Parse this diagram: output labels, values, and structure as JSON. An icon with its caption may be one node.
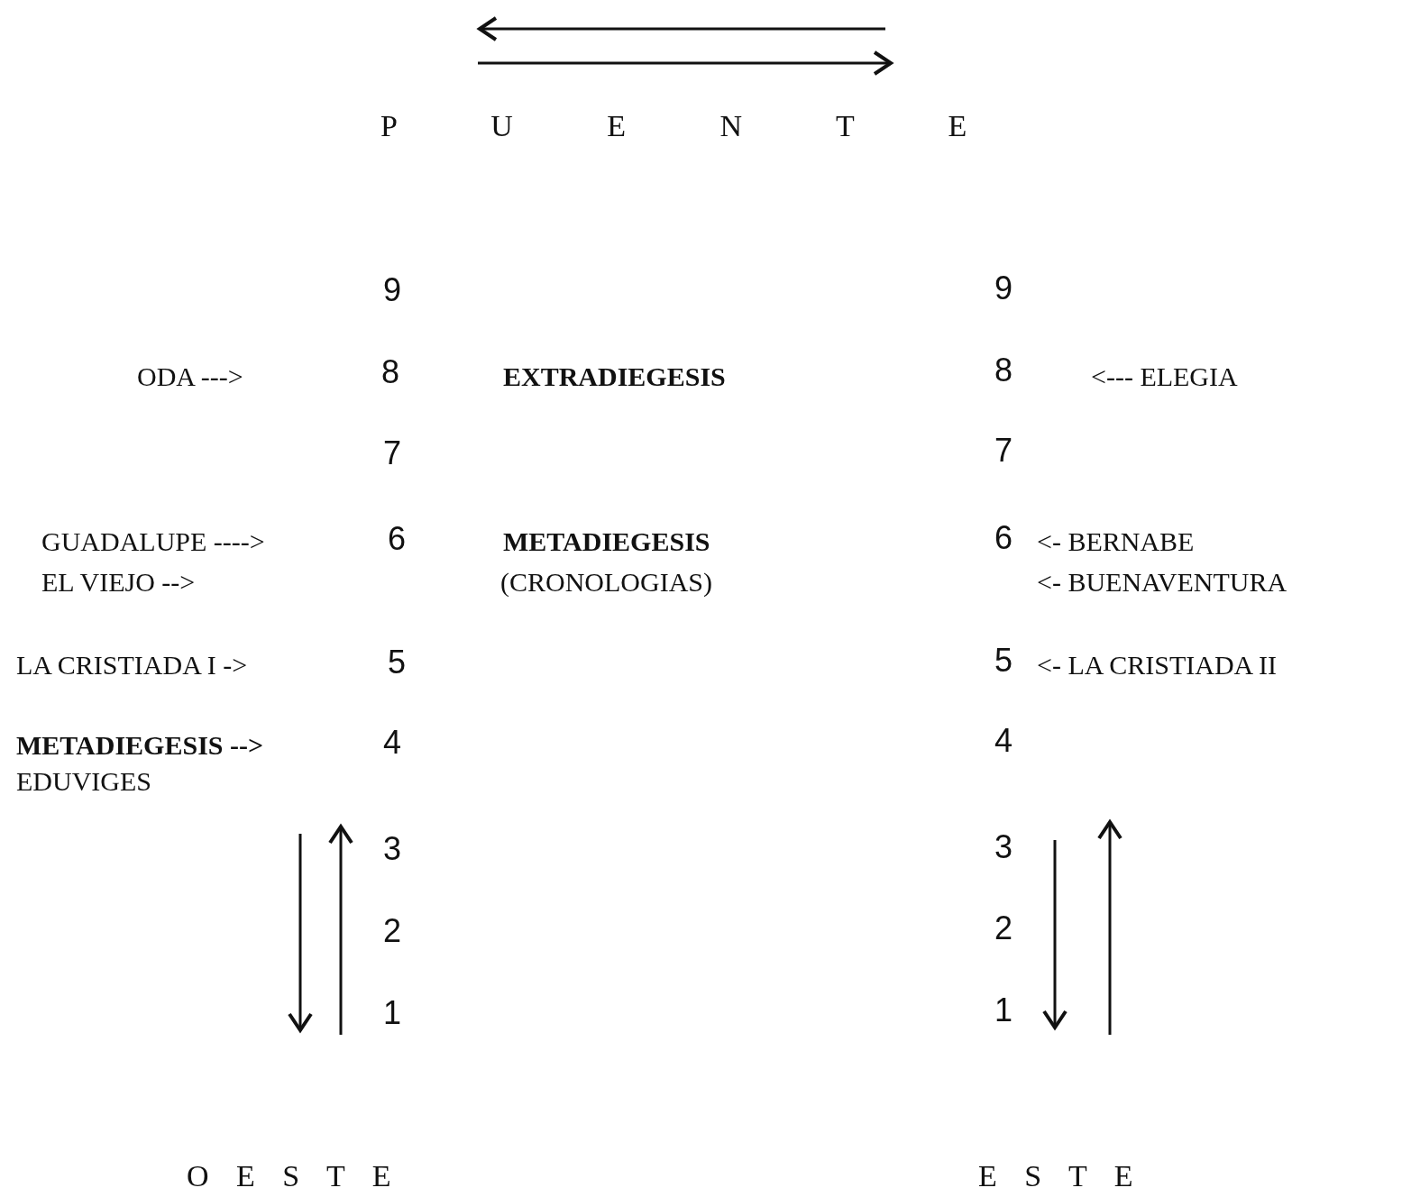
{
  "diagram": {
    "labels": [
      "P U E N T E",
      "9",
      "9",
      "ODA --->",
      "8",
      "EXTRADIEGESIS",
      "8",
      "<--- ELEGIA",
      "7",
      "7",
      "GUADALUPE ---->",
      "6",
      "METADIEGESIS",
      "6",
      "<- BERNABE",
      "EL VIEJO -->",
      "(CRONOLOGIAS)",
      "<- BUENAVENTURA",
      "LA CRISTIADA I ->",
      "5",
      "5",
      "<- LA CRISTIADA II",
      "METADIEGESIS -->",
      "4",
      "4",
      "EDUVIGES",
      "3",
      "3",
      "2",
      "2",
      "1",
      "1",
      "O E S T E",
      "E S T E"
    ]
  }
}
